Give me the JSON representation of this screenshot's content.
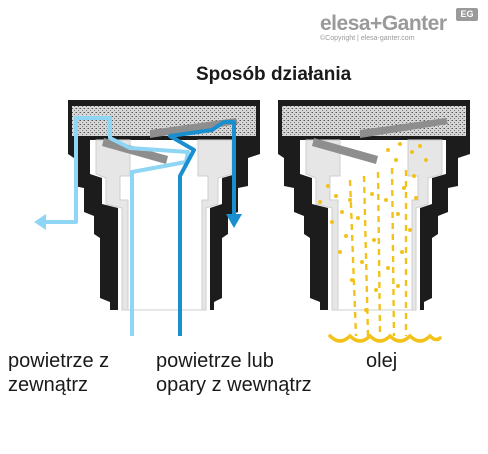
{
  "brand": {
    "name": "elesa+Ganter",
    "badge": "EG",
    "copyright": "©Copyright | elesa-ganter.com"
  },
  "title": "Sposób działania",
  "labels": {
    "outside_air": [
      "powietrze z",
      "zewnątrz"
    ],
    "inside_air": [
      "powietrze lub",
      "opary z wewnątrz"
    ],
    "oil": "olej"
  },
  "colors": {
    "body": "#1c1c1c",
    "insert": "#e6e6e6",
    "filter": "#bdbdbd",
    "outside_air": "#8fd6f4",
    "inside_air": "#1a8fd0",
    "oil": "#f2c21b"
  }
}
